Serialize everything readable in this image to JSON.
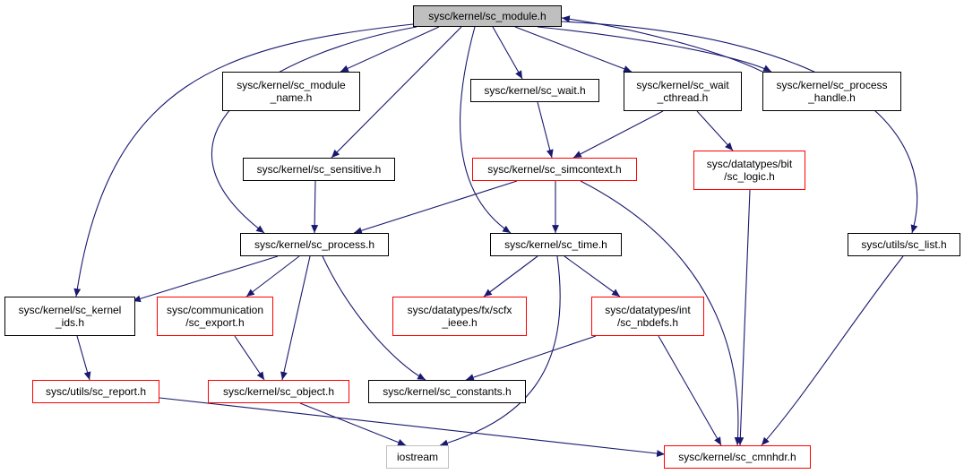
{
  "colors": {
    "edge": "#191970",
    "root_fill": "#bfbfbf",
    "red_border": "#ff0000",
    "gray_border": "#bfbfbf",
    "black_border": "#000000"
  },
  "nodes": [
    {
      "id": "module",
      "label": "sysc/kernel/sc_module.h",
      "style": "root"
    },
    {
      "id": "module_name",
      "label": "sysc/kernel/sc_module\n_name.h",
      "style": "black"
    },
    {
      "id": "wait",
      "label": "sysc/kernel/sc_wait.h",
      "style": "black"
    },
    {
      "id": "wait_cthread",
      "label": "sysc/kernel/sc_wait\n_cthread.h",
      "style": "black"
    },
    {
      "id": "proc_handle",
      "label": "sysc/kernel/sc_process\n_handle.h",
      "style": "black"
    },
    {
      "id": "sensitive",
      "label": "sysc/kernel/sc_sensitive.h",
      "style": "black"
    },
    {
      "id": "simcontext",
      "label": "sysc/kernel/sc_simcontext.h",
      "style": "red"
    },
    {
      "id": "logic",
      "label": "sysc/datatypes/bit\n/sc_logic.h",
      "style": "red"
    },
    {
      "id": "process",
      "label": "sysc/kernel/sc_process.h",
      "style": "black"
    },
    {
      "id": "time",
      "label": "sysc/kernel/sc_time.h",
      "style": "black"
    },
    {
      "id": "list",
      "label": "sysc/utils/sc_list.h",
      "style": "black"
    },
    {
      "id": "kernel_ids",
      "label": "sysc/kernel/sc_kernel\n_ids.h",
      "style": "black"
    },
    {
      "id": "export",
      "label": "sysc/communication\n/sc_export.h",
      "style": "red"
    },
    {
      "id": "scfx",
      "label": "sysc/datatypes/fx/scfx\n_ieee.h",
      "style": "red"
    },
    {
      "id": "nbdefs",
      "label": "sysc/datatypes/int\n/sc_nbdefs.h",
      "style": "red"
    },
    {
      "id": "report",
      "label": "sysc/utils/sc_report.h",
      "style": "red"
    },
    {
      "id": "object",
      "label": "sysc/kernel/sc_object.h",
      "style": "red"
    },
    {
      "id": "constants",
      "label": "sysc/kernel/sc_constants.h",
      "style": "black"
    },
    {
      "id": "iostream",
      "label": "iostream",
      "style": "gray"
    },
    {
      "id": "cmnhdr",
      "label": "sysc/kernel/sc_cmnhdr.h",
      "style": "red"
    }
  ],
  "edges": [
    [
      "module",
      "module_name"
    ],
    [
      "module",
      "wait"
    ],
    [
      "module",
      "wait_cthread"
    ],
    [
      "module",
      "proc_handle"
    ],
    [
      "module",
      "sensitive"
    ],
    [
      "module",
      "process"
    ],
    [
      "module",
      "time"
    ],
    [
      "module",
      "list"
    ],
    [
      "module",
      "kernel_ids"
    ],
    [
      "proc_handle",
      "module"
    ],
    [
      "wait",
      "simcontext"
    ],
    [
      "wait_cthread",
      "simcontext"
    ],
    [
      "wait_cthread",
      "logic"
    ],
    [
      "sensitive",
      "process"
    ],
    [
      "simcontext",
      "process"
    ],
    [
      "simcontext",
      "time"
    ],
    [
      "simcontext",
      "cmnhdr"
    ],
    [
      "logic",
      "cmnhdr"
    ],
    [
      "process",
      "kernel_ids"
    ],
    [
      "process",
      "export"
    ],
    [
      "process",
      "object"
    ],
    [
      "process",
      "constants"
    ],
    [
      "time",
      "scfx"
    ],
    [
      "time",
      "nbdefs"
    ],
    [
      "time",
      "iostream"
    ],
    [
      "list",
      "cmnhdr"
    ],
    [
      "kernel_ids",
      "report"
    ],
    [
      "export",
      "object"
    ],
    [
      "nbdefs",
      "constants"
    ],
    [
      "nbdefs",
      "cmnhdr"
    ],
    [
      "report",
      "cmnhdr"
    ],
    [
      "object",
      "iostream"
    ]
  ]
}
